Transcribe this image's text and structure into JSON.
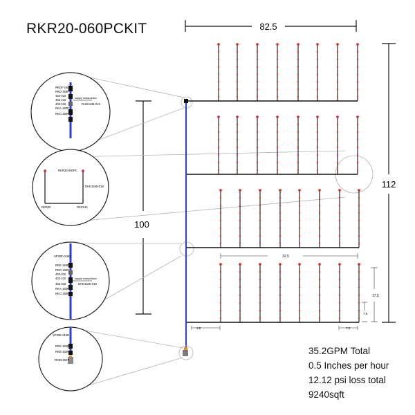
{
  "title": "RKR20-060PCKIT",
  "dimensions": {
    "width": "82.5",
    "height": "112",
    "main_length": "100",
    "inner_width": "32.5",
    "lateral_length": "17.5",
    "emitter_spacing": "7.5",
    "edge_offset": "3.5",
    "row_spacing": "7.5"
  },
  "stats": {
    "flow": "35.2GPM Total",
    "rate": "0.5 Inches per hour",
    "loss": "12.12 psi loss total",
    "area": "9240sqft"
  },
  "details": {
    "detail1": {
      "labels": [
        "RKDF-150P",
        "RKD-150P",
        "433-015",
        "402-210",
        "433-015",
        "RKA-150P",
        "RKC-150P"
      ],
      "note": "supply manipulator",
      "part": "DHD1645-018"
    },
    "detail2": {
      "top": "RKR20-060PC",
      "part": "DHD1645-018",
      "left": "RKR20",
      "right": "RKPL20"
    },
    "detail3": {
      "top": "SF30E-015D",
      "labels": [
        "RKE-150P",
        "RKD-150P",
        "433-015",
        "402-210",
        "433-015",
        "RKA-150P",
        "RKC-150P"
      ],
      "note": "supply manipulator",
      "part": "DHD1645-018"
    },
    "detail4": {
      "top": "SF30E-015D",
      "labels": [
        "RKE-150P",
        "RKB-150P",
        "RKBV150T"
      ]
    }
  },
  "colors": {
    "mainline": "#2b3fd6",
    "lateral": "#111111",
    "emitter": "#d9231e",
    "callout": "#b3b3b3"
  }
}
